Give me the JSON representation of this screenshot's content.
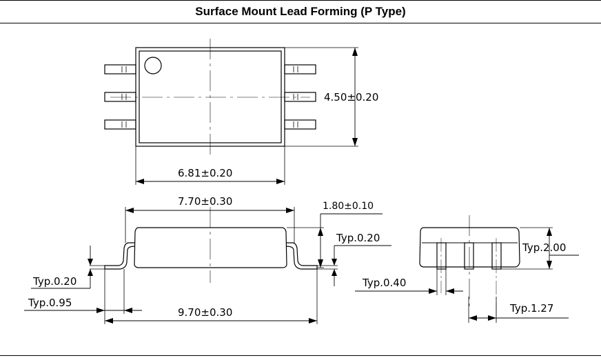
{
  "title": "Surface Mount Lead Forming (P Type)",
  "dimensions": {
    "top_height": "4.50±0.20",
    "top_width": "6.81±0.20",
    "body_length": "7.70±0.30",
    "overall_length": "9.70±0.30",
    "body_thickness": "1.80±0.10",
    "lead_thickness_right": "Typ.0.20",
    "lead_thickness_left": "Typ.0.20",
    "lead_length": "Typ.0.95",
    "lead_width": "Typ.0.40",
    "pitch": "Typ.1.27",
    "total_height": "Typ.2.00"
  }
}
